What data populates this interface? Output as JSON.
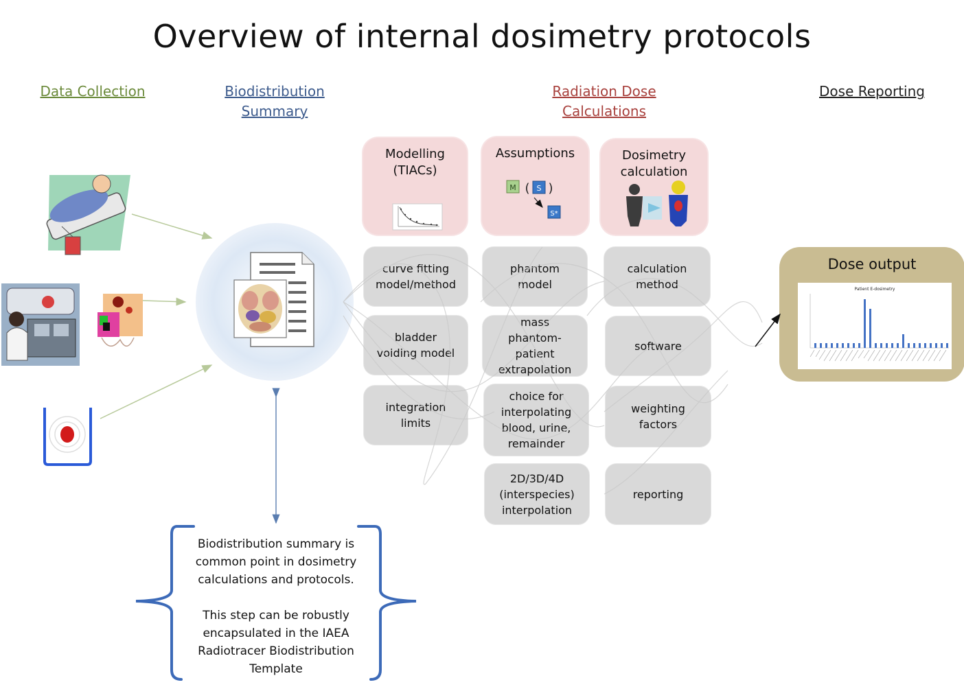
{
  "title": "Overview of internal dosimetry protocols",
  "headers": {
    "data_collection": "Data Collection",
    "biodistribution": [
      "Biodistribution",
      "Summary"
    ],
    "radiation_dose": [
      "Radiation Dose",
      "Calculations"
    ],
    "dose_reporting": "Dose Reporting"
  },
  "top_boxes": {
    "modelling": [
      "Modelling",
      "(TIACs)"
    ],
    "assumptions": "Assumptions",
    "assumption_symbols": {
      "m": "M",
      "s": "S",
      "s_star": "S*"
    },
    "dosimetry": [
      "Dosimetry",
      "calculation"
    ]
  },
  "columns": {
    "modelling": [
      [
        "curve fitting",
        "model/method"
      ],
      [
        "bladder",
        "voiding model"
      ],
      [
        "integration",
        "limits"
      ]
    ],
    "assumptions": [
      [
        "phantom",
        "model"
      ],
      [
        "mass",
        "phantom-",
        "patient",
        "extrapolation"
      ],
      [
        "choice for",
        "interpolating",
        "blood, urine,",
        "remainder"
      ],
      [
        "2D/3D/4D",
        "(interspecies)",
        "interpolation"
      ]
    ],
    "dosimetry": [
      [
        "calculation",
        "method"
      ],
      [
        "software"
      ],
      [
        "weighting",
        "factors"
      ],
      [
        "reporting"
      ]
    ]
  },
  "dose_output": {
    "title": "Dose output",
    "chart_title": "Patient E-dosimetry"
  },
  "note": {
    "paragraph1": [
      "Biodistribution summary is",
      "common point in dosimetry",
      "calculations and protocols."
    ],
    "paragraph2": [
      "This step can be robustly",
      "encapsulated in the IAEA",
      "Radiotracer Biodistribution",
      "Template"
    ]
  }
}
